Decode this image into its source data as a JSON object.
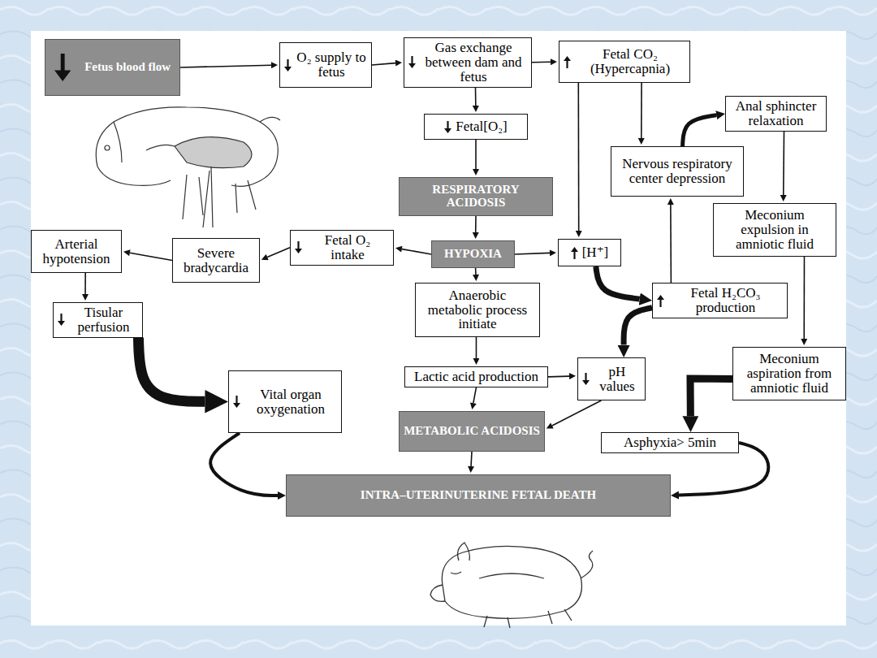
{
  "diagram": {
    "nodes": [
      {
        "text": [
          "Fetus blood flow"
        ]
      },
      {
        "text": [
          "O₂ supply to fetus"
        ]
      },
      {
        "text": [
          "Gas exchange between dam and fetus"
        ]
      },
      {
        "text": [
          "Fetal CO₂ (Hypercapnia)"
        ]
      },
      {
        "text": [
          "Fetal[O₂]"
        ]
      },
      {
        "text": [
          "Anal sphincter relaxation"
        ]
      },
      {
        "text": [
          "Nervous respiratory center depression"
        ]
      },
      {
        "text": [
          "RESPIRATORY ACIDOSIS"
        ]
      },
      {
        "text": [
          "Meconium expulsion in amniotic fluid"
        ]
      },
      {
        "text": [
          "Arterial hypotension"
        ]
      },
      {
        "text": [
          "Severe bradycardia"
        ]
      },
      {
        "text": [
          "Fetal O₂ intake"
        ]
      },
      {
        "text": [
          "HYPOXIA"
        ]
      },
      {
        "text": [
          "[H⁺]"
        ]
      },
      {
        "text": [
          "Anaerobic metabolic process initiate"
        ]
      },
      {
        "text": [
          "Tisular perfusion"
        ]
      },
      {
        "text": [
          "Fetal H₂CO₃ production"
        ]
      },
      {
        "text": [
          "pH values"
        ]
      },
      {
        "text": [
          "Lactic acid production"
        ]
      },
      {
        "text": [
          "Meconium aspiration from amniotic fluid"
        ]
      },
      {
        "text": [
          "Vital organ oxygenation"
        ]
      },
      {
        "text": [
          "METABOLIC ACIDOSIS"
        ]
      },
      {
        "text": [
          "Asphyxia> 5min"
        ]
      },
      {
        "text": [
          "INTRA–UTERINUTERINE FETAL DEATH"
        ]
      }
    ],
    "edges": [
      {
        "from": 0,
        "to": 1,
        "arrow": "to"
      },
      {
        "from": 1,
        "to": 2,
        "arrow": "to"
      },
      {
        "from": 2,
        "to": 3,
        "arrow": "to"
      },
      {
        "from": 2,
        "to": 4,
        "arrow": "to"
      },
      {
        "from": 4,
        "to": 7,
        "arrow": "to"
      },
      {
        "from": 3,
        "to": 6,
        "arrow": "to"
      },
      {
        "from": 3,
        "to": 13,
        "arrow": "to"
      },
      {
        "from": 6,
        "to": 5,
        "arrow": "to"
      },
      {
        "from": 5,
        "to": 8,
        "arrow": "to"
      },
      {
        "from": 7,
        "to": 12,
        "arrow": "to"
      },
      {
        "from": 12,
        "to": 11,
        "arrow": "to"
      },
      {
        "from": 12,
        "to": 13,
        "arrow": "to"
      },
      {
        "from": 11,
        "to": 10,
        "arrow": "to"
      },
      {
        "from": 10,
        "to": 9,
        "arrow": "to"
      },
      {
        "from": 9,
        "to": 15,
        "arrow": "to"
      },
      {
        "from": 15,
        "to": 20,
        "arrow": "to"
      },
      {
        "from": 12,
        "to": 14,
        "arrow": "to"
      },
      {
        "from": 14,
        "to": 18,
        "arrow": "to"
      },
      {
        "from": 18,
        "to": 17,
        "arrow": "to"
      },
      {
        "from": 18,
        "to": 21,
        "arrow": "to"
      },
      {
        "from": 17,
        "to": 21,
        "arrow": "to"
      },
      {
        "from": 13,
        "to": 16,
        "arrow": "to"
      },
      {
        "from": 16,
        "to": 6,
        "arrow": "to"
      },
      {
        "from": 16,
        "to": 17,
        "arrow": "to"
      },
      {
        "from": 8,
        "to": 19,
        "arrow": "to"
      },
      {
        "from": 19,
        "to": 22,
        "arrow": "to"
      },
      {
        "from": 21,
        "to": 23,
        "arrow": "to"
      },
      {
        "from": 20,
        "to": 23,
        "arrow": "to"
      },
      {
        "from": 22,
        "to": 23,
        "arrow": "to"
      }
    ]
  }
}
